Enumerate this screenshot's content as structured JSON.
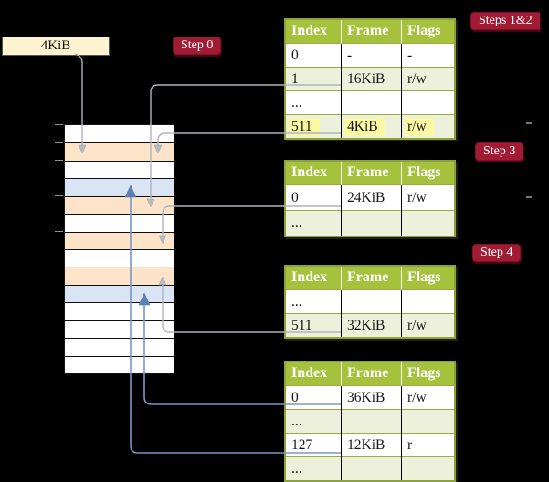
{
  "page_size_box": "4KiB",
  "steps": {
    "step0": "Step 0",
    "steps12": "Steps 1&2",
    "step3": "Step 3",
    "step4": "Step 4"
  },
  "table_headers": [
    "Index",
    "Frame",
    "Flags"
  ],
  "tables": [
    {
      "name": "page-table-steps-1-2",
      "rows": [
        {
          "cells": [
            "0",
            "-",
            "-"
          ]
        },
        {
          "cells": [
            "1",
            "16KiB",
            "r/w"
          ]
        },
        {
          "cells": [
            "...",
            "",
            ""
          ]
        },
        {
          "cells": [
            "511",
            "4KiB",
            "r/w"
          ],
          "highlight": true
        }
      ]
    },
    {
      "name": "page-table-step-3",
      "rows": [
        {
          "cells": [
            "0",
            "24KiB",
            "r/w"
          ]
        },
        {
          "cells": [
            "...",
            "",
            ""
          ]
        }
      ]
    },
    {
      "name": "page-table-step-4a",
      "rows": [
        {
          "cells": [
            "...",
            "",
            ""
          ]
        },
        {
          "cells": [
            "511",
            "32KiB",
            "r/w"
          ]
        }
      ]
    },
    {
      "name": "page-table-step-4b",
      "rows": [
        {
          "cells": [
            "0",
            "36KiB",
            "r/w"
          ]
        },
        {
          "cells": [
            "...",
            "",
            ""
          ]
        },
        {
          "cells": [
            "127",
            "12KiB",
            "r"
          ]
        },
        {
          "cells": [
            "...",
            "",
            ""
          ]
        }
      ]
    }
  ],
  "memory_stack": {
    "rows": [
      "white",
      "peach",
      "white",
      "blue",
      "peach",
      "white",
      "peach",
      "white",
      "peach",
      "blue",
      "white",
      "white",
      "white",
      "white"
    ]
  },
  "colors": {
    "table_header_green": "#a6c23d",
    "row_shade_green": "#edf1db",
    "highlight_yellow": "#fbf8a3",
    "frame_peach": "#fde4c9",
    "frame_blue": "#d9e5f5",
    "label_red": "#a01b33",
    "connector_gray": "#b2b4bc",
    "connector_blue": "#7b96c6",
    "box_cream": "#fdf3d0"
  }
}
